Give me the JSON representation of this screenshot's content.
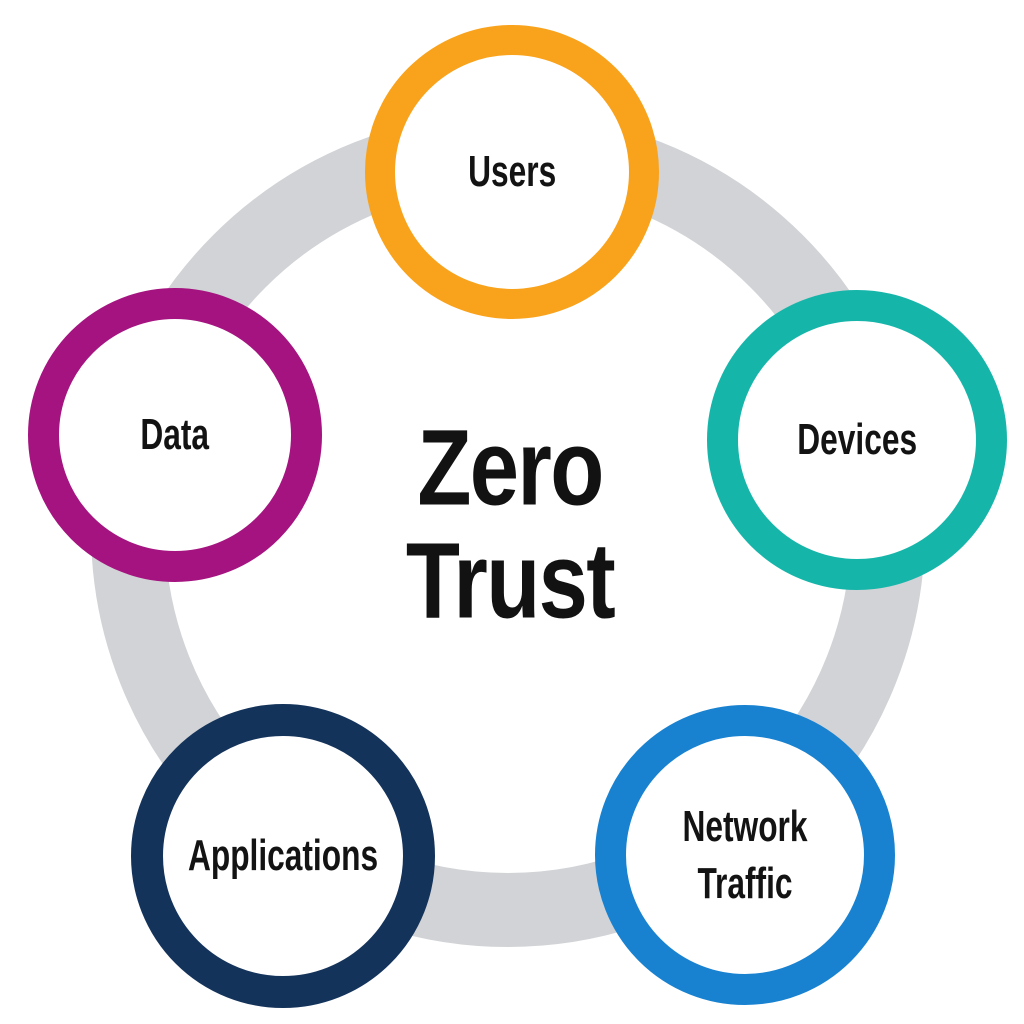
{
  "diagram_title": "Zero Trust",
  "background_color": "#FFFFFF",
  "text_color": "#131313",
  "ring": {
    "name": "connector-ring",
    "color": "#D1D3D6"
  },
  "nodes": [
    {
      "id": "users",
      "label": "Users",
      "color": "#F9A21B",
      "position": "top"
    },
    {
      "id": "devices",
      "label": "Devices",
      "color": "#16B5AA",
      "position": "right"
    },
    {
      "id": "network-traffic",
      "label": "Network Traffic",
      "color": "#1882D0",
      "position": "bottom-right"
    },
    {
      "id": "applications",
      "label": "Applications",
      "color": "#14335B",
      "position": "bottom-left"
    },
    {
      "id": "data",
      "label": "Data",
      "color": "#A4137F",
      "position": "left"
    }
  ]
}
